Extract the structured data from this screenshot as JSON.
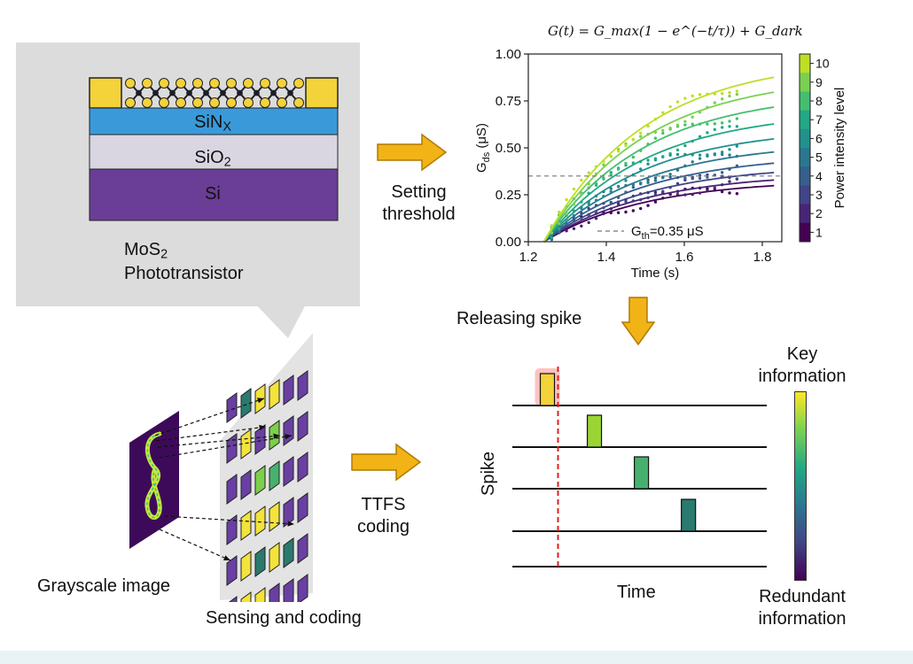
{
  "device": {
    "layers": [
      "SiN",
      "SiO",
      "Si"
    ],
    "layer_subscripts": [
      "X",
      "2",
      ""
    ],
    "label_line1": "MoS",
    "label_sub": "2",
    "label_line2": "Phototransistor",
    "colors": {
      "contact": "#f3d23a",
      "sinx": "#3a9ad9",
      "sio2": "#d9d6e2",
      "si": "#6a3d96",
      "atom_yellow": "#f3d23a",
      "atom_dark": "#1d1d2a"
    }
  },
  "arrows": {
    "threshold": {
      "line1": "Setting",
      "line2": "threshold"
    },
    "release": "Releasing spike",
    "ttfs": {
      "line1": "TTFS",
      "line2": "coding"
    },
    "color": "#f2b317"
  },
  "grayscale_label": "Grayscale image",
  "sensing_label": "Sensing and coding",
  "chart_data": {
    "type": "line",
    "formula": "G(t) = G_max(1 − e^(−t/τ)) + G_dark",
    "xlabel": "Time (s)",
    "ylabel_main": "G",
    "ylabel_sub": "ds",
    "ylabel_unit": " (μS)",
    "xlim": [
      1.2,
      1.85
    ],
    "ylim": [
      0,
      1.0
    ],
    "xticks": [
      "1.2",
      "1.4",
      "1.6",
      "1.8"
    ],
    "yticks": [
      "0.00",
      "0.25",
      "0.50",
      "0.75",
      "1.00"
    ],
    "threshold": 0.35,
    "threshold_label_main": "G",
    "threshold_label_sub": "th",
    "threshold_label_value": "=0.35 μS",
    "t0": 1.24,
    "colorbar_label": "Power intensity level",
    "colorbar_ticks": [
      "1",
      "2",
      "3",
      "4",
      "5",
      "6",
      "7",
      "8",
      "9",
      "10"
    ],
    "series": [
      {
        "level": 1,
        "gmax": 0.3,
        "color": "#440154"
      },
      {
        "level": 2,
        "gmax": 0.33,
        "color": "#482475"
      },
      {
        "level": 3,
        "gmax": 0.37,
        "color": "#414487"
      },
      {
        "level": 4,
        "gmax": 0.42,
        "color": "#355f8d"
      },
      {
        "level": 5,
        "gmax": 0.48,
        "color": "#2a788e"
      },
      {
        "level": 6,
        "gmax": 0.55,
        "color": "#21918c"
      },
      {
        "level": 7,
        "gmax": 0.63,
        "color": "#22a884"
      },
      {
        "level": 8,
        "gmax": 0.72,
        "color": "#44bf70"
      },
      {
        "level": 9,
        "gmax": 0.8,
        "color": "#7ad151"
      },
      {
        "level": 10,
        "gmax": 0.88,
        "color": "#bddf26"
      }
    ]
  },
  "spike_panel": {
    "ylabel": "Spike",
    "xlabel": "Time",
    "key_label_line1": "Key",
    "key_label_line2": "information",
    "redundant_label_line1": "Redundant",
    "redundant_label_line2": "information",
    "pulses": [
      {
        "color": "#f3d23a",
        "time": 0.1,
        "highlight": true
      },
      {
        "color": "#9ad534",
        "time": 0.3
      },
      {
        "color": "#48b06e",
        "time": 0.5
      },
      {
        "color": "#2a7a6e",
        "time": 0.7
      }
    ]
  }
}
